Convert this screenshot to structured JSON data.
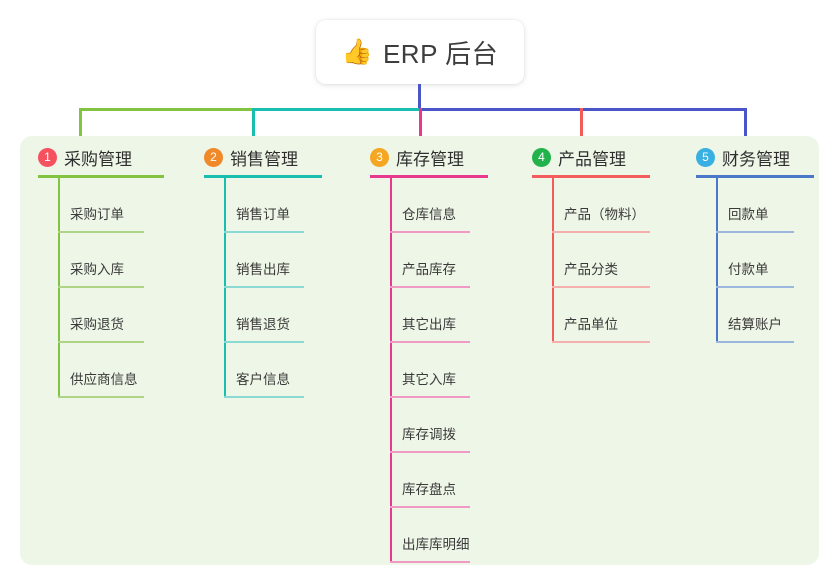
{
  "diagram": {
    "type": "mind-map",
    "root": {
      "icon": "thumbs-up-icon",
      "icon_glyph": "👍",
      "label": "ERP 后台"
    },
    "panel_color": "#eef7e7",
    "root_stem_color": "#4a55c7",
    "bus_segments": [
      {
        "name": "bus-green",
        "color": "#82c341"
      },
      {
        "name": "bus-teal",
        "color": "#18bfb0"
      },
      {
        "name": "bus-blue",
        "color": "#4a55c7"
      }
    ],
    "branches": [
      {
        "number": "1",
        "badge_color": "#f5515f",
        "line_color": "#82c341",
        "leaf_line_color": "#aed585",
        "title": "采购管理",
        "items": [
          "采购订单",
          "采购入库",
          "采购退货",
          "供应商信息"
        ]
      },
      {
        "number": "2",
        "badge_color": "#f0892a",
        "line_color": "#18bfb0",
        "leaf_line_color": "#8ad9d2",
        "title": "销售管理",
        "items": [
          "销售订单",
          "销售出库",
          "销售退货",
          "客户信息"
        ]
      },
      {
        "number": "3",
        "badge_color": "#f5a623",
        "line_color": "#e8398f",
        "leaf_line_color": "#f099c5",
        "title": "库存管理",
        "items": [
          "仓库信息",
          "产品库存",
          "其它出库",
          "其它入库",
          "库存调拨",
          "库存盘点",
          "出库库明细"
        ]
      },
      {
        "number": "4",
        "badge_color": "#22b24c",
        "line_color": "#f45b5b",
        "leaf_line_color": "#f5b0ad",
        "title": "产品管理",
        "items": [
          "产品（物料）",
          "产品分类",
          "产品单位"
        ]
      },
      {
        "number": "5",
        "badge_color": "#3ab0e2",
        "line_color": "#4a77c7",
        "leaf_line_color": "#9bb7e0",
        "title": "财务管理",
        "items": [
          "回款单",
          "付款单",
          "结算账户"
        ]
      }
    ]
  }
}
